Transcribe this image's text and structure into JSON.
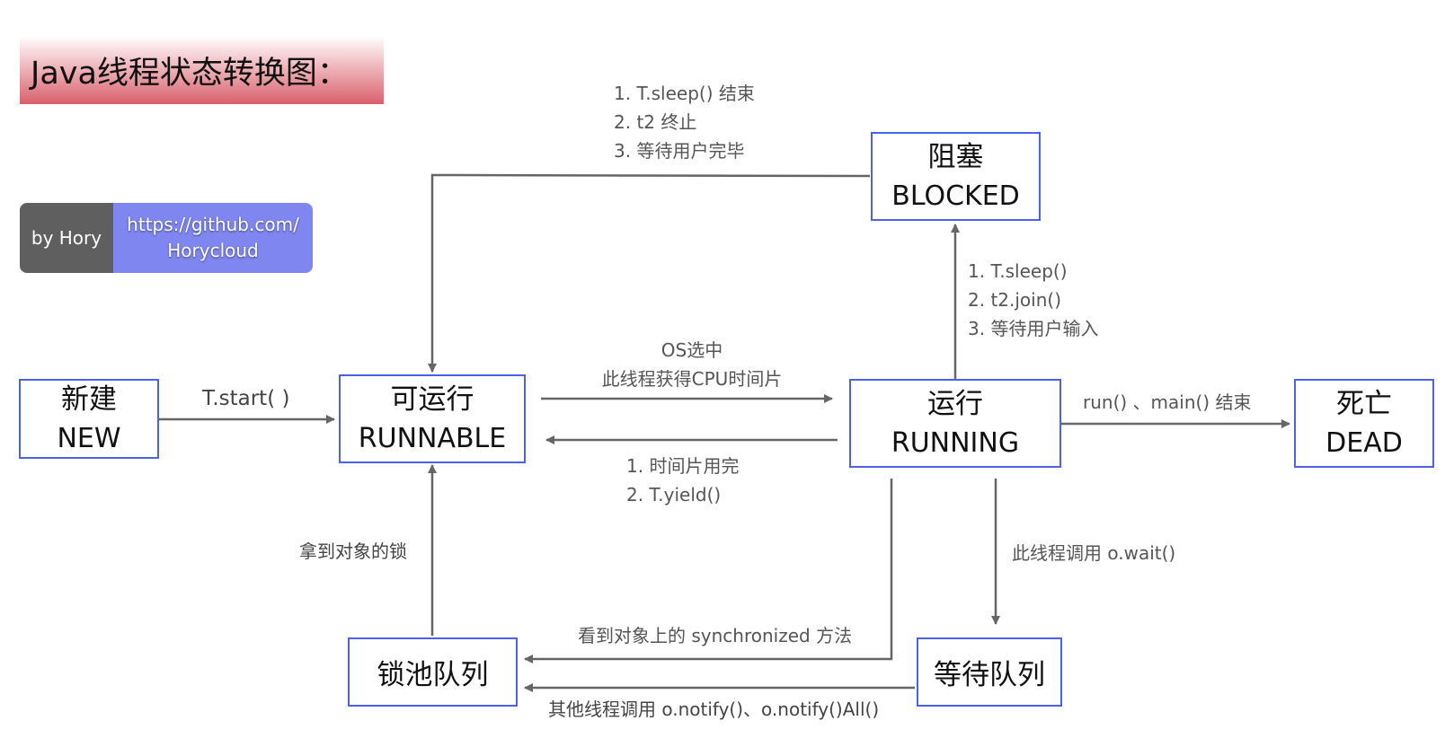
{
  "title": "Java线程状态转换图：",
  "badge": {
    "author": "by Hory",
    "url_line1": "https://github.com/",
    "url_line2": "Horycloud"
  },
  "states": {
    "new": {
      "zh": "新建",
      "en": "NEW"
    },
    "runnable": {
      "zh": "可运行",
      "en": "RUNNABLE"
    },
    "running": {
      "zh": "运行",
      "en": "RUNNING"
    },
    "blocked": {
      "zh": "阻塞",
      "en": "BLOCKED"
    },
    "dead": {
      "zh": "死亡",
      "en": "DEAD"
    },
    "lock_pool": {
      "label": "锁池队列"
    },
    "wait_queue": {
      "label": "等待队列"
    }
  },
  "transitions": {
    "new_to_runnable": "T.start( )",
    "runnable_to_running": [
      "OS选中",
      "此线程获得CPU时间片"
    ],
    "running_to_runnable": [
      "1. 时间片用完",
      "2. T.yield()"
    ],
    "running_to_blocked": [
      "1. T.sleep()",
      "2. t2.join()",
      "3. 等待用户输入"
    ],
    "blocked_to_runnable": [
      "1. T.sleep() 结束",
      "2. t2 终止",
      "3. 等待用户完毕"
    ],
    "running_to_dead": "run() 、main() 结束",
    "running_to_wait": "此线程调用 o.wait()",
    "running_to_lockpool": "看到对象上的 synchronized 方法",
    "wait_to_lockpool": "其他线程调用 o.notify()、o.notify()All()",
    "lockpool_to_runnable": "拿到对象的锁"
  },
  "colors": {
    "state_border": "#4b62e6",
    "arrow": "#666666",
    "badge_left": "#5f5f5f",
    "badge_right": "#7f86f0"
  }
}
